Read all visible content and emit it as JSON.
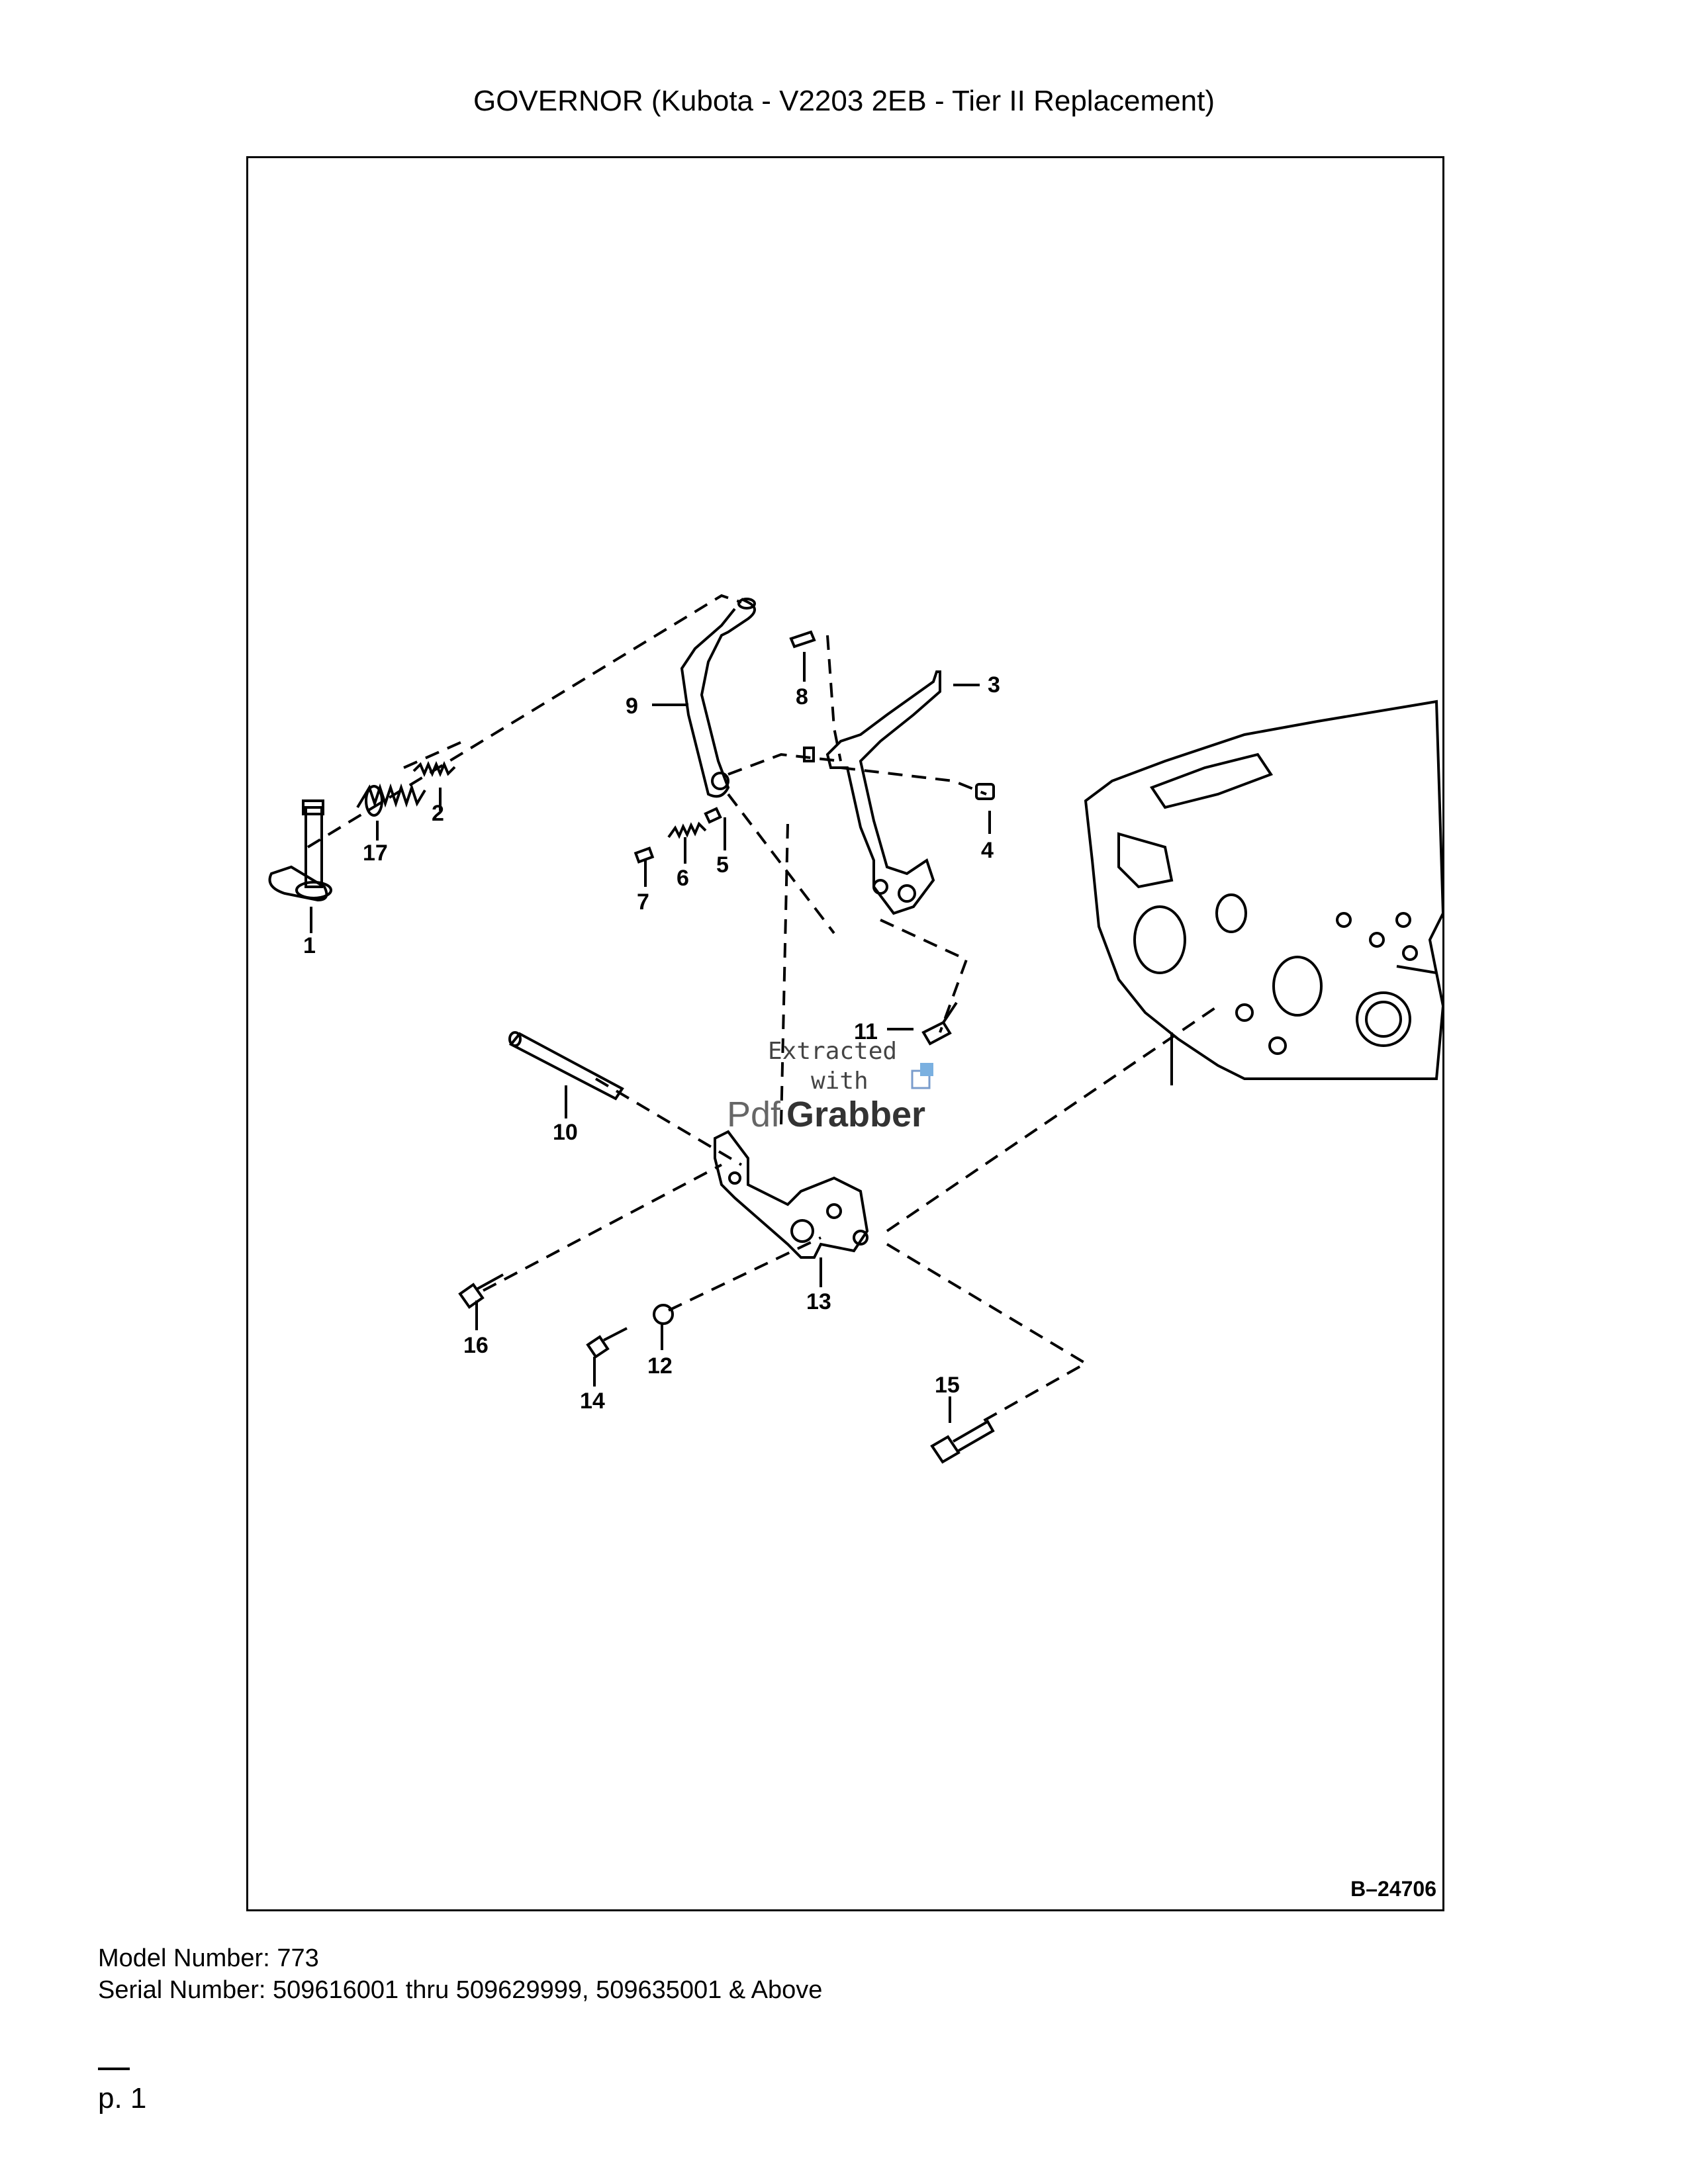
{
  "header": {
    "title": "GOVERNOR (Kubota - V2203 2EB - Tier II Replacement)"
  },
  "diagram": {
    "figure_id": "B–24706",
    "callouts": [
      "1",
      "2",
      "3",
      "4",
      "5",
      "6",
      "7",
      "8",
      "9",
      "10",
      "11",
      "12",
      "13",
      "14",
      "15",
      "16",
      "17"
    ],
    "watermark": {
      "line1": "Extracted",
      "line2": "with",
      "brand_a": "Pdf",
      "brand_b": "Grabber"
    }
  },
  "footer": {
    "model": "Model Number: 773",
    "serial": "Serial Number: 509616001 thru 509629999, 509635001 & Above",
    "page": "p. 1"
  }
}
